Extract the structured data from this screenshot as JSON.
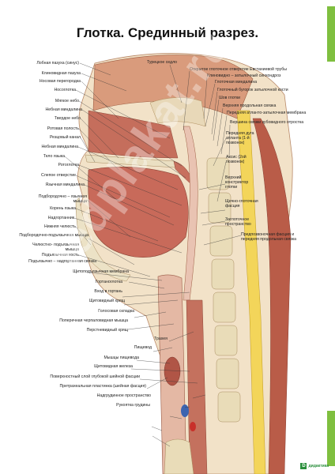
{
  "title": "Глотка. Срединный разрез.",
  "watermark": "medplakat.ru",
  "logo": {
    "mark": "D",
    "text": "дидактика"
  },
  "colors": {
    "accent_green": "#7fbf3f",
    "muscle": "#c9745a",
    "tissue": "#e6b9a2",
    "bone": "#e9e0c3",
    "nerve": "#f2d44c"
  },
  "labels_left": [
    "Лобная пазуха (синус)",
    "Клиновидная пазуха",
    "Носовая перегородка",
    "Носоглотка",
    "Мягкое небо",
    "Небная миндалина",
    "Твердое небо",
    "Ротовая полость",
    "Резцовый канал",
    "Небная миндалина",
    "Тело языка",
    "Ротоглотка",
    "Слепое отверстие",
    "Язычная миндалина",
    "Подбородочно – язычная мышца",
    "Корень языка",
    "Надгортанник",
    "Нижняя челюсть",
    "Подбородочно-подъязычная мышца",
    "Челюстно- подъязычная мышца",
    "Подъязычная кость",
    "Подъязычно – надгортанная связка",
    "Щитоподъязычная мембрана",
    "Гортаноглотка",
    "Вход в гортань",
    "Щитовидный хрящ",
    "Голосовая складка",
    "Поперечная черпаловидная мышца",
    "Перстневидный хрящ",
    "Трахея",
    "Пищевод",
    "Мышцы пищевода",
    "Щитовидная железа",
    "Поверхностный слой глубокой шейной фасции",
    "Претрахеальная пластинка (шейная фасция)",
    "Надгрудинное пространство",
    "Рукоятка грудины"
  ],
  "labels_right": [
    "Турецкое седло",
    "Открытое глоточное отверстие Евстахиевой трубы",
    "Клиновидно – затылочный синхондроз",
    "Глоточная миндалина",
    "Глоточный бугорок затылочной кости",
    "Шов глотки",
    "Верхняя продольная связка",
    "Передняя атланто-затылочная мембрана",
    "Вершина связки зубовидного отростка",
    "Передняя дуга атланта (1-й позвонок)",
    "Аксис (2ой позвонок)",
    "Верхний констриктор глотки",
    "Щечно-глоточная фасция",
    "Заглоточное пространство",
    "Предпозвоночная фасция и передняя продольная связка"
  ]
}
